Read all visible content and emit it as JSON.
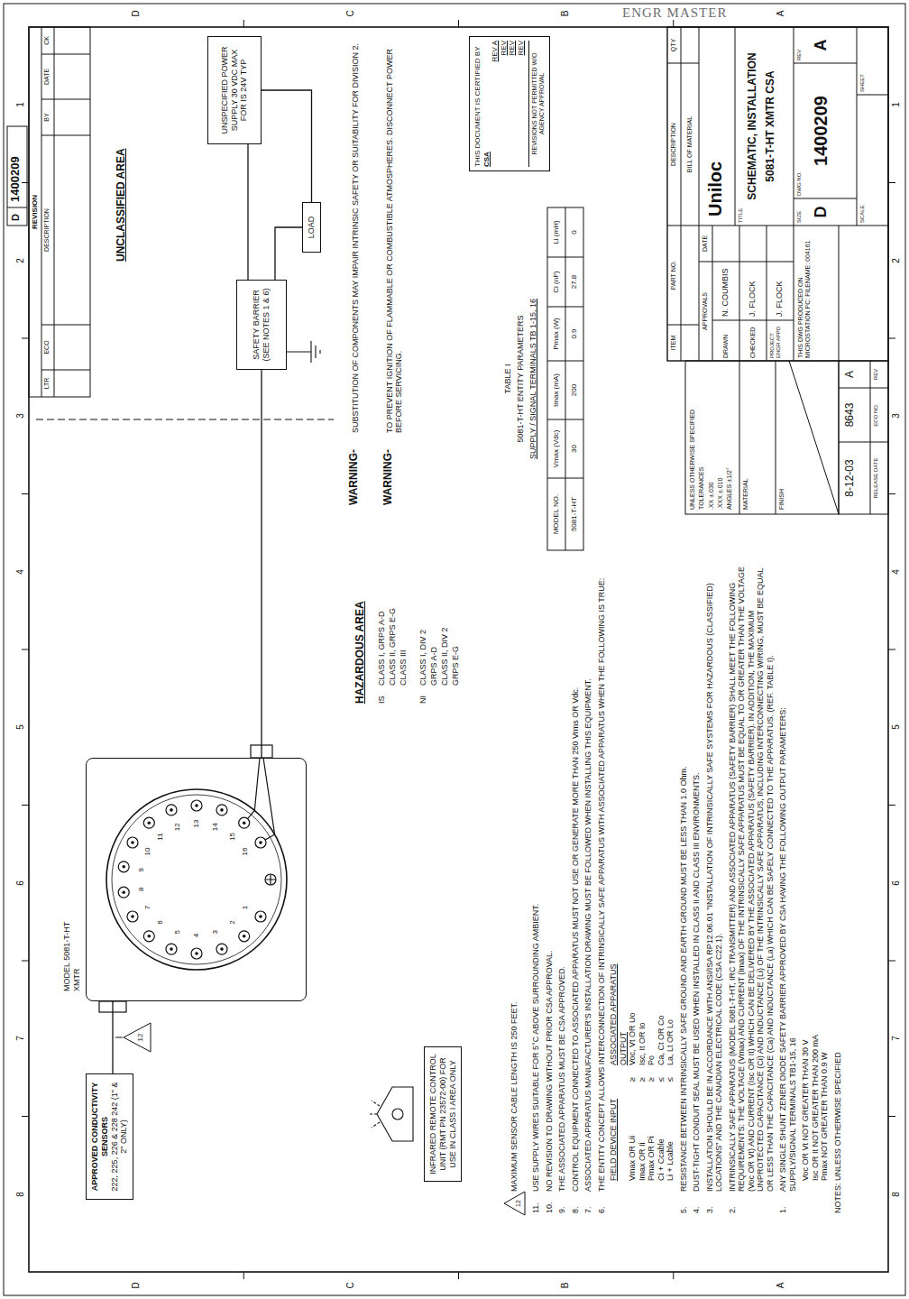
{
  "diagram": {
    "nodes": [
      {
        "text": [
          "APPROVED CONDUCTIVITY SENSORS",
          "222, 225, 226 & 228 242 (1\" & 2\" ONLY)"
        ]
      },
      {
        "text": [
          "INFRARED REMOTE CONTROL UNIT (RMT PN 23572-00) FOR USE IN CLASS I AREA ONLY"
        ]
      },
      {
        "text": [
          "MODEL 5081-T-HT XMTR"
        ]
      },
      {
        "text": [
          "SAFETY BARRIER (SEE NOTES 1 & 6)"
        ]
      },
      {
        "text": [
          "LOAD"
        ]
      },
      {
        "text": [
          "UNSPECIFIED POWER SUPPLY 30 VDC MAX FOR IS 24V TYP"
        ]
      },
      {
        "text": [
          "THIS DOCUMENT IS CERTIFIED BY",
          "CSA",
          "REV A",
          "REV",
          "REV",
          "REV",
          "REVISIONS NOT PERMITTED W/O AGENCY APPROVAL"
        ]
      }
    ],
    "edges": [
      {
        "from": 0,
        "to": 2,
        "arrow": "none"
      },
      {
        "from": 2,
        "to": 3,
        "arrow": "none"
      },
      {
        "from": 3,
        "to": 5,
        "arrow": "none"
      },
      {
        "from": 3,
        "to": 4,
        "arrow": "none"
      },
      {
        "from": 4,
        "to": 5,
        "arrow": "none"
      }
    ],
    "labels": [
      "8",
      "7",
      "6",
      "5",
      "4",
      "3",
      "2",
      "1",
      "8",
      "7",
      "6",
      "5",
      "4",
      "3",
      "2",
      "1",
      "D",
      "C",
      "B",
      "A",
      "D",
      "C",
      "B",
      "A",
      "D",
      "1400209",
      "ENGR MASTER",
      "REVISION",
      "LTR",
      "ECO",
      "DESCRIPTION",
      "BY",
      "DATE",
      "CK",
      "12",
      "1",
      "2",
      "3",
      "4",
      "5",
      "6",
      "7",
      "8",
      "9",
      "10",
      "11",
      "12",
      "13",
      "14",
      "15",
      "16",
      "HAZARDOUS AREA",
      "IS",
      "CLASS I, GRPS A-D",
      "CLASS II, GRPS E-G",
      "CLASS III",
      "NI",
      "CLASS I, DIV 2",
      "GRPS A-D",
      "CLASS II, DIV 2",
      "GRPS E-G",
      "UNCLASSIFIED AREA",
      "WARNING-",
      "SUBSTITUTION OF COMPONENTS MAY IMPAIR INTRINSIC SAFETY OR SUITABILITY FOR DIVISION 2.",
      "WARNING-",
      "TO PREVENT IGNITION OF FLAMMABLE OR COMBUSTIBLE ATMOSPHERES. DISCONNECT POWER BEFORE SERVICING.",
      "TABLE I",
      "5081-T-HT ENTITY PARAMETERS",
      "SUPPLY / SIGNAL TERMINALS TB 1-15, 16",
      "MODEL NO.",
      "Vmax (Vdc)",
      "Imax (mA)",
      "Pmax (W)",
      "Ci (nF)",
      "Li (mH)",
      "5081-T-HT",
      "30",
      "200",
      "0.9",
      "27.8",
      "0",
      "12",
      "MAXIMUM SENSOR CABLE LENGTH IS 250 FEET.",
      "11.",
      "USE SUPPLY WIRES SUITABLE FOR 5°C ABOVE SURROUNDING AMBIENT.",
      "10.",
      "NO REVISION TO DRAWING WITHOUT PRIOR CSA APPROVAL.",
      "9.",
      "THE ASSOCIATED APPARATUS MUST BE CSA APPROVED.",
      "8.",
      "CONTROL EQUIPMENT CONNECTED TO ASSOCIATED APPARATUS MUST NOT USE OR GENERATE MORE THAN 250 Vrms OR Vdc.",
      "7.",
      "ASSOCIATED APPARATUS MANUFACTURER'S INSTALLATION DRAWING MUST BE FOLLOWED WHEN INSTALLING THIS EQUIPMENT.",
      "6.",
      "THE ENTITY CONCEPT ALLOWS INTERCONNECTION OF INTRINSICALLY SAFE APPARATUS WITH ASSOCIATED APPARATUS WHEN THE FOLLOWING IS TRUE:",
      "FIELD DEVICE INPUT",
      "ASSOCIATED APPARATUS OUTPUT",
      "Vmax OR Ui",
      "≥",
      "Voc, Vt OR Uo",
      "Imax OR Ii",
      "≥",
      "Isc, It OR Io",
      "Pmax OR Pi",
      "≥",
      "Po",
      "Ci + Ccable",
      "≤",
      "Ca, Ct OR Co",
      "Li + Lcable",
      "≤",
      "La, Lt OR Lo",
      "5.",
      "RESISTANCE BETWEEN INTRINSICALLY SAFE GROUND AND EARTH GROUND MUST BE LESS THAN 1.0 Ohm.",
      "4.",
      "DUST-TIGHT CONDUIT SEAL MUST BE USED WHEN INSTALLED IN CLASS II AND CLASS III ENVIRONMENTS.",
      "3.",
      "INSTALLATION SHOULD BE IN ACCORDANCE WITH ANSI/ISA RP12.06.01 \"INSTALLATION OF INTRINSICALLY SAFE SYSTEMS FOR HAZARDOUS (CLASSIFIED) LOCATIONS\" AND THE CANADIAN ELECTRICAL CODE (CSA C22.1).",
      "2.",
      "INTRINSICALLY SAFE APPARATUS (MODEL 5081-T-HT, IRC TRANSMITTER) AND ASSOCIATED APPARATUS (SAFETY BARRIER) SHALL MEET THE FOLLOWING REQUIREMENTS: THE VOLTAGE (Vmax) AND CURRENT (Imax) OF THE INTRINSICALLY SAFE APPARATUS MUST BE EQUAL TO OR GREATER THAN THE VOLTAGE (Voc OR Vt) AND CURRENT (Isc OR It) WHICH CAN BE DELIVERED BY THE ASSOCIATED APPARATUS (SAFETY BARRIER). IN ADDITION, THE MAXIMUM UNPROTECTED CAPACITANCE (Ci) AND INDUCTANCE (Li) OF THE INTRINSICALLY SAFE APPARATUS, INCLUDING INTERCONNECTING WIRING, MUST BE EQUAL OR LESS THAN THE CAPACITANCE (Ca) AND INDUCTANCE (La) WHICH CAN BE SAFELY CONNECTED TO THE APPARATUS. (REF. TABLE I).",
      "1.",
      "ANY SINGLE SHUNT ZENER DIODE SAFETY BARRIER APPROVED BY CSA HAVING THE FOLLOWING OUTPUT PARAMETERS:",
      "SUPPLY/SIGNAL TERMINALS TB1-15, 16",
      "Voc OR Vt NOT GREATER THAN 30 V",
      "Isc OR It NOT GREATER THAN 200 mA",
      "Pmax NOT GREATER THAN 0.9 W",
      "NOTES: UNLESS OTHERWISE SPECIFIED",
      "UNLESS OTHERWISE SPECIFIED",
      "TOLERANCES",
      ".XX ±.030",
      ".XXX ±.010",
      "ANGLES ±1/2°",
      "MATERIAL",
      "FINISH",
      "8-12-03",
      "8643",
      "A",
      "RELEASE DATE",
      "ECO NO.",
      "REV",
      "ITEM",
      "PART NO.",
      "DESCRIPTION",
      "QTY",
      "BILL OF MATERIAL",
      "APPROVALS",
      "DATE",
      "DRAWN",
      "N. COUMBIS",
      "CHECKED",
      "J. FLOCK",
      "PROJECT ENGR APPD",
      "J. FLOCK",
      "THIS DWG PRODUCED ON MICROSTATION PC: FILENAME: 004161",
      "Uniloc",
      "TITLE",
      "SCHEMATIC, INSTALLATION",
      "5081-T-HT XMTR CSA",
      "SIZE",
      "D",
      "DWG NO.",
      "1400209",
      "REV",
      "A",
      "SCALE",
      "SHEET"
    ]
  }
}
